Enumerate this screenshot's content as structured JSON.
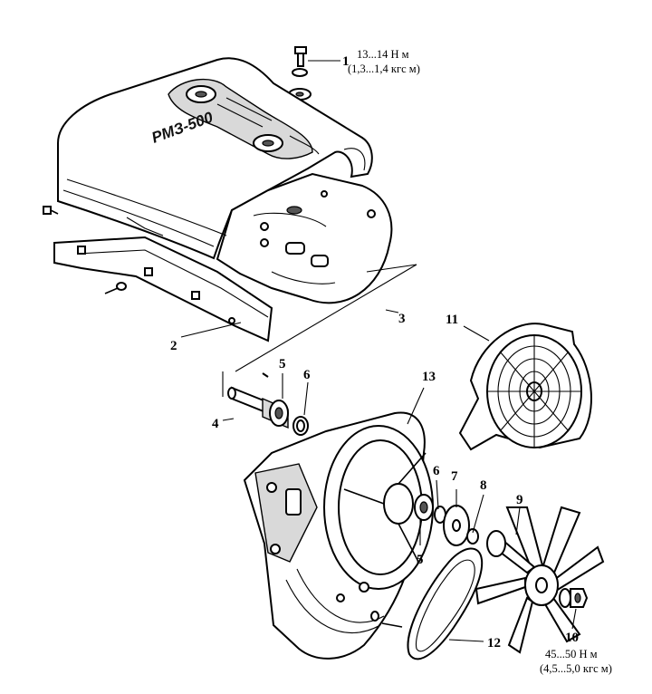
{
  "brand_marking": "РМЗ-500",
  "callouts": [
    {
      "id": "1",
      "number": "1",
      "part": "bolt-with-washers"
    },
    {
      "id": "2",
      "number": "2",
      "part": "lower-cover-shield"
    },
    {
      "id": "3",
      "number": "3",
      "part": "cylinder-head-cover"
    },
    {
      "id": "4",
      "number": "4",
      "part": "shaft"
    },
    {
      "id": "5a",
      "number": "5",
      "part": "bearing-upper"
    },
    {
      "id": "5b",
      "number": "5",
      "part": "bearing-lower"
    },
    {
      "id": "6a",
      "number": "6",
      "part": "circlip-upper"
    },
    {
      "id": "6b",
      "number": "6",
      "part": "circlip-lower"
    },
    {
      "id": "7",
      "number": "7",
      "part": "pulley"
    },
    {
      "id": "8",
      "number": "8",
      "part": "spacer-ring"
    },
    {
      "id": "9",
      "number": "9",
      "part": "fan-impeller"
    },
    {
      "id": "10",
      "number": "10",
      "part": "nut-with-washer"
    },
    {
      "id": "11",
      "number": "11",
      "part": "fan-guard-grille"
    },
    {
      "id": "12",
      "number": "12",
      "part": "drive-belt"
    },
    {
      "id": "13",
      "number": "13",
      "part": "fan-housing"
    }
  ],
  "torque_specs": {
    "bolt_1": {
      "line1": "13...14 Н м",
      "line2": "(1,3...1,4 кгс м)"
    },
    "nut_10": {
      "line1": "45...50 Н м",
      "line2": "(4,5...5,0 кгс м)"
    }
  }
}
